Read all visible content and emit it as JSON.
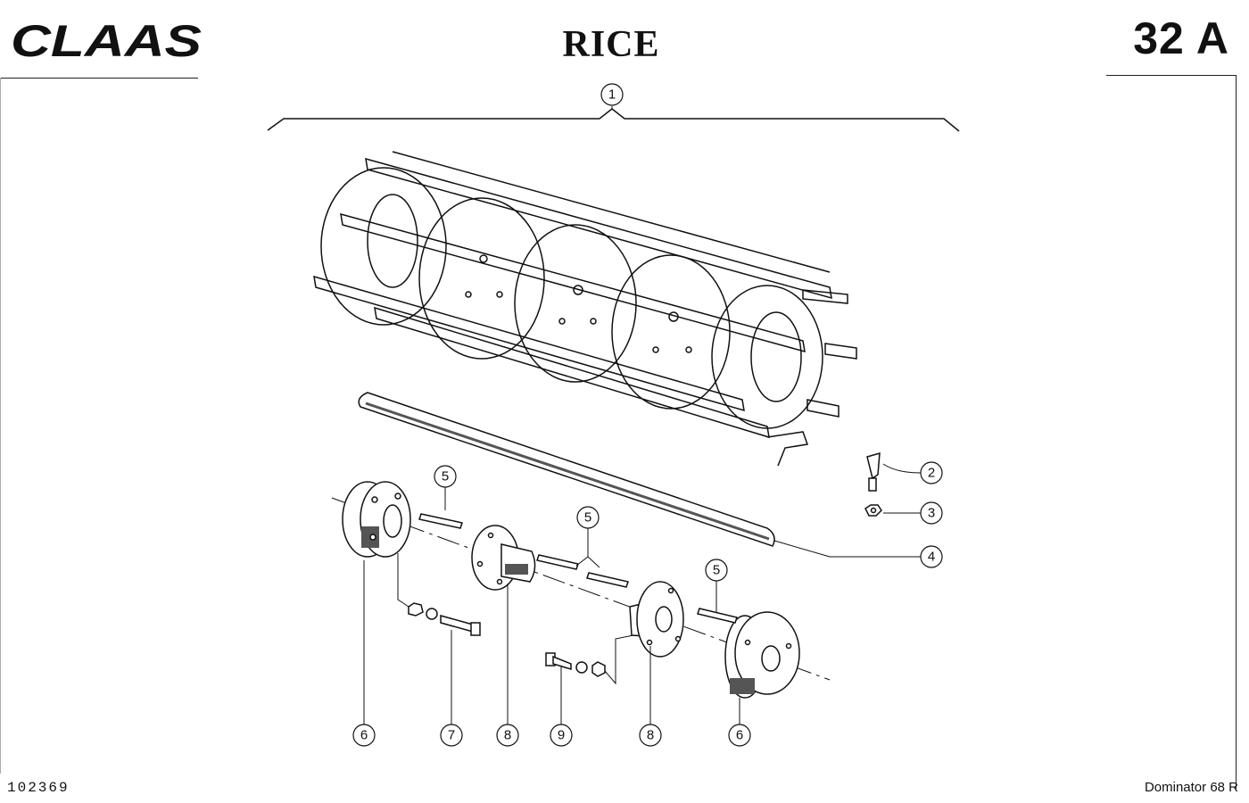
{
  "header": {
    "brand": "CLAAS",
    "title": "RICE",
    "sheet": "32 A"
  },
  "footer": {
    "doc_number": "102369",
    "model": "Dominator 68 R"
  },
  "callouts": [
    {
      "id": "callout-1",
      "label": "1"
    },
    {
      "id": "callout-2",
      "label": "2"
    },
    {
      "id": "callout-3",
      "label": "3"
    },
    {
      "id": "callout-4",
      "label": "4"
    },
    {
      "id": "callout-5a",
      "label": "5"
    },
    {
      "id": "callout-5b",
      "label": "5"
    },
    {
      "id": "callout-5c",
      "label": "5"
    },
    {
      "id": "callout-6a",
      "label": "6"
    },
    {
      "id": "callout-7",
      "label": "7"
    },
    {
      "id": "callout-8a",
      "label": "8"
    },
    {
      "id": "callout-9",
      "label": "9"
    },
    {
      "id": "callout-8b",
      "label": "8"
    },
    {
      "id": "callout-6b",
      "label": "6"
    }
  ],
  "colors": {
    "line": "#111111",
    "shade": "#555555"
  }
}
